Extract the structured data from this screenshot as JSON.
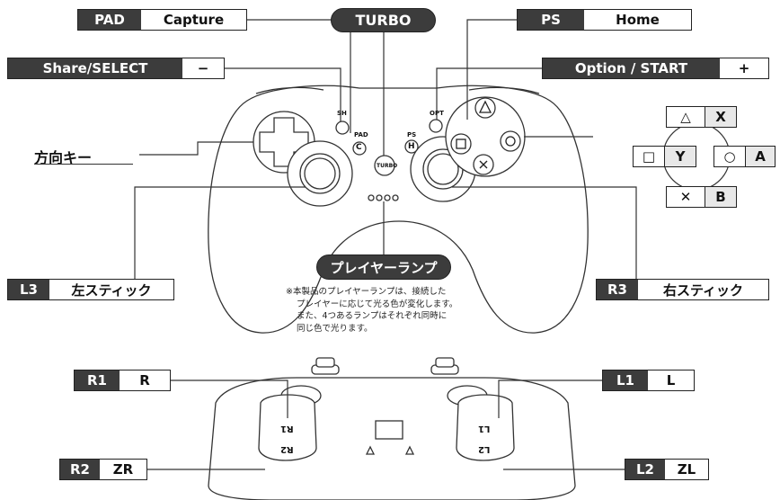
{
  "labels": {
    "pad_capture": {
      "dark": "PAD",
      "light": "Capture"
    },
    "turbo": "TURBO",
    "ps_home": {
      "dark": "PS",
      "light": "Home"
    },
    "share_select": {
      "dark": "Share/SELECT",
      "light": "−"
    },
    "option_start": {
      "dark": "Option / START",
      "light": "+"
    },
    "dpad": "方向キー",
    "l3": {
      "dark": "L3",
      "light": "左スティック"
    },
    "r3": {
      "dark": "R3",
      "light": "右スティック"
    },
    "player_lamp": "プレイヤーランプ",
    "r1": {
      "dark": "R1",
      "light": "R"
    },
    "l1": {
      "dark": "L1",
      "light": "L"
    },
    "r2": {
      "dark": "R2",
      "light": "ZR"
    },
    "l2": {
      "dark": "L2",
      "light": "ZL"
    }
  },
  "face_buttons": {
    "triangle": {
      "symbol": "△",
      "label": "X"
    },
    "square": {
      "symbol": "□",
      "label": "Y"
    },
    "circle": {
      "symbol": "○",
      "label": "A"
    },
    "cross": {
      "symbol": "✕",
      "label": "B"
    }
  },
  "note": {
    "line1": "※本製品のプレイヤーランプは、接続した",
    "line2": "プレイヤーに応じて光る色が変化します。",
    "line3": "また、4つあるランプはそれぞれ同時に",
    "line4": "同じ色で光ります。"
  },
  "controller_marks": {
    "sh": "SH",
    "pad": "PAD",
    "ps": "PS",
    "opt": "OPT",
    "turbo_btn": "TURBO",
    "c": "C",
    "h": "H",
    "r1_emboss": "R1",
    "r2_emboss": "R2",
    "l1_emboss": "L1",
    "l2_emboss": "L2"
  }
}
